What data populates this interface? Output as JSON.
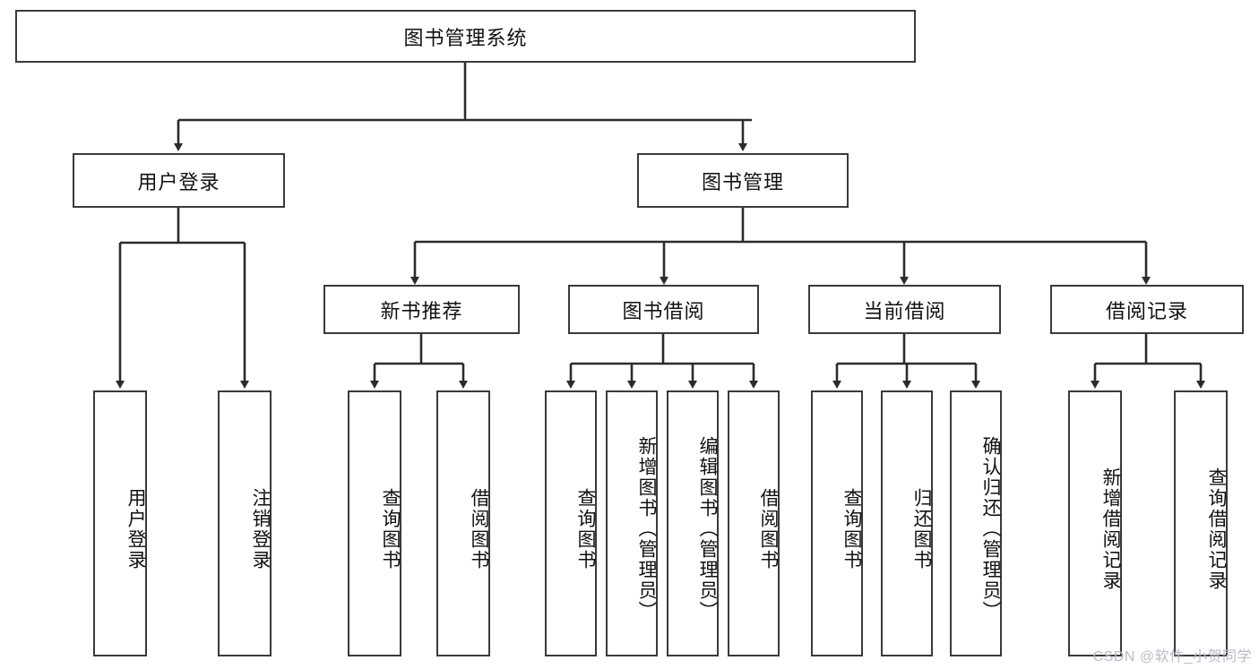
{
  "diagram": {
    "title": "图书管理系统",
    "type": "tree-hierarchy-chart",
    "colors": {
      "box_border": "#3a3a3a",
      "box_fill": "#ffffff",
      "connector": "#2b2b2b",
      "text": "#111111",
      "watermark": "#b9bcc2"
    },
    "root": {
      "label": "图书管理系统"
    },
    "level2": [
      {
        "label": "用户登录"
      },
      {
        "label": "图书管理"
      }
    ],
    "level3": [
      {
        "label": "新书推荐"
      },
      {
        "label": "图书借阅"
      },
      {
        "label": "当前借阅"
      },
      {
        "label": "借阅记录"
      }
    ],
    "leaves": {
      "user_login": [
        {
          "label": "用户登录"
        },
        {
          "label": "注销登录"
        }
      ],
      "new_book_recommend": [
        {
          "label": "查询图书"
        },
        {
          "label": "借阅图书"
        }
      ],
      "book_borrow": [
        {
          "label": "查询图书"
        },
        {
          "label": "新增图书（管理员）"
        },
        {
          "label": "编辑图书（管理员）"
        },
        {
          "label": "借阅图书"
        }
      ],
      "current_borrow": [
        {
          "label": "查询图书"
        },
        {
          "label": "归还图书"
        },
        {
          "label": "确认归还（管理员）"
        }
      ],
      "borrow_record": [
        {
          "label": "新增借阅记录"
        },
        {
          "label": "查询借阅记录"
        }
      ]
    },
    "watermark": "CSDN @软件_小贺同学"
  }
}
